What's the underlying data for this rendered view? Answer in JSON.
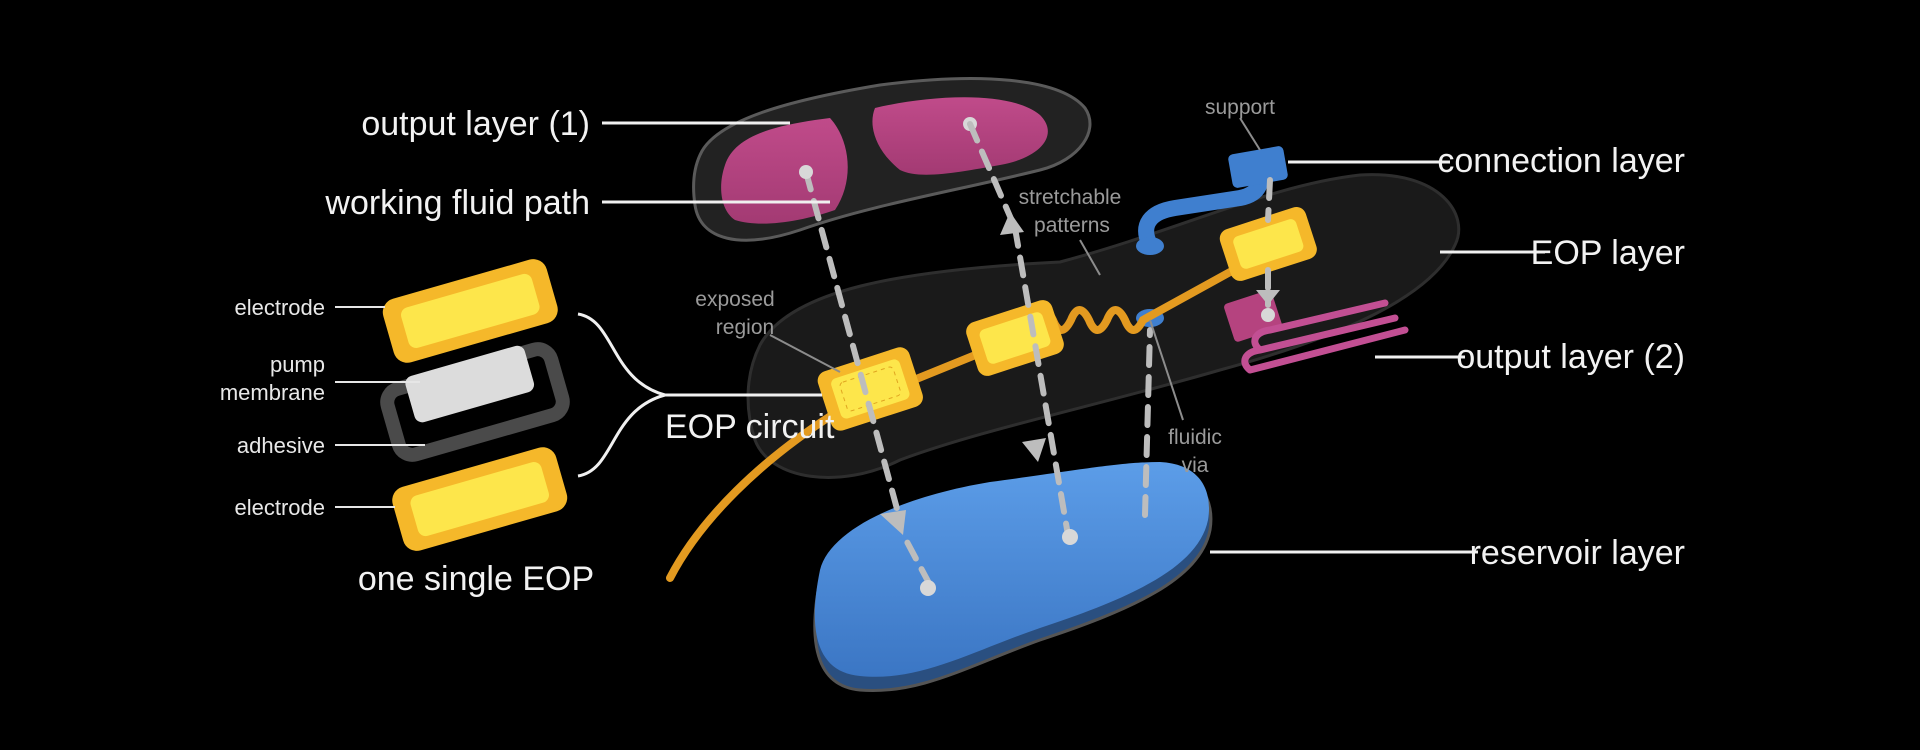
{
  "labels": {
    "output_layer_1": "output layer (1)",
    "working_fluid_path": "working fluid path",
    "electrode_top": "electrode",
    "pump_membrane_line1": "pump",
    "pump_membrane_line2": "membrane",
    "adhesive": "adhesive",
    "electrode_bottom": "electrode",
    "one_single_eop": "one single EOP",
    "eop_circuit": "EOP circuit",
    "exposed_region_line1": "exposed",
    "exposed_region_line2": "region",
    "stretchable_patterns_line1": "stretchable",
    "stretchable_patterns_line2": "patterns",
    "support": "support",
    "connection_layer": "connection layer",
    "eop_layer": "EOP layer",
    "output_layer_2": "output layer (2)",
    "fluidic_via_line1": "fluidic",
    "fluidic_via_line2": "via",
    "reservoir_layer": "reservoir layer"
  },
  "colors": {
    "background": "#000000",
    "output_layer": "#b5437f",
    "electrode": "#f5b82a",
    "electrode_inner": "#fde64b",
    "membrane": "#dcdcdc",
    "adhesive": "#4a4a4a",
    "reservoir": "#4a8ddc",
    "connection": "#3f7fcf",
    "eop_layer": "#1c1c1c"
  }
}
